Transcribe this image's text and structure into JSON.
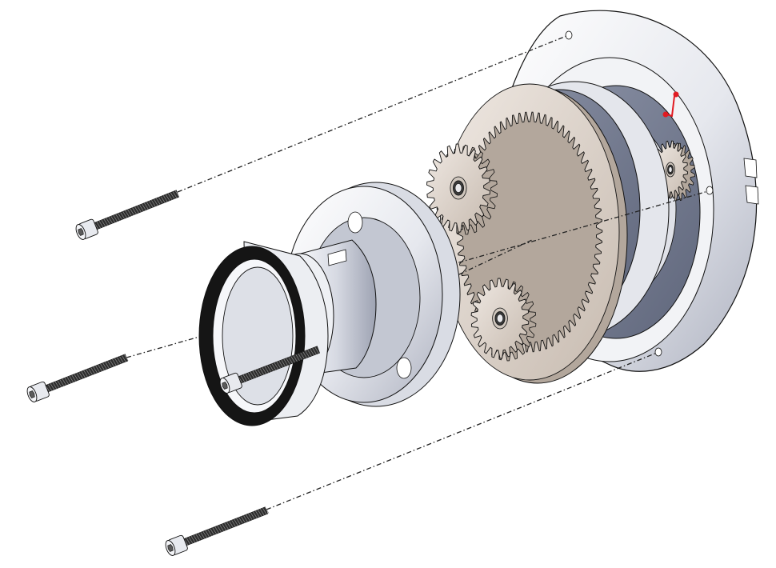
{
  "view": {
    "background": "#ffffff",
    "edge_color": "#111111",
    "explode_line_color": "#222222",
    "metal_light": "#f4f5f8",
    "metal_mid": "#c9ccd6",
    "metal_dark": "#8a8fa0",
    "housing_face": "#7a8196",
    "gear_color": "#d9cfc6",
    "gear_dark": "#b3a79c",
    "bearing_seal": "#151515",
    "thread_color": "#333333",
    "triad_color": "#e11b22"
  },
  "parts": [
    {
      "name": "housing-flange",
      "icon": "flange-housing"
    },
    {
      "name": "ring-gear",
      "icon": "internal-ring-gear"
    },
    {
      "name": "carrier-plate",
      "icon": "planet-carrier"
    },
    {
      "name": "planet-gear-upper",
      "icon": "spur-gear"
    },
    {
      "name": "planet-gear-lower",
      "icon": "spur-gear"
    },
    {
      "name": "planet-gear-right",
      "icon": "spur-gear"
    },
    {
      "name": "output-hub",
      "icon": "hub"
    },
    {
      "name": "ball-bearing",
      "icon": "bearing"
    },
    {
      "name": "cap-screw",
      "icon": "socket-head-cap-screw",
      "count": 4
    }
  ]
}
